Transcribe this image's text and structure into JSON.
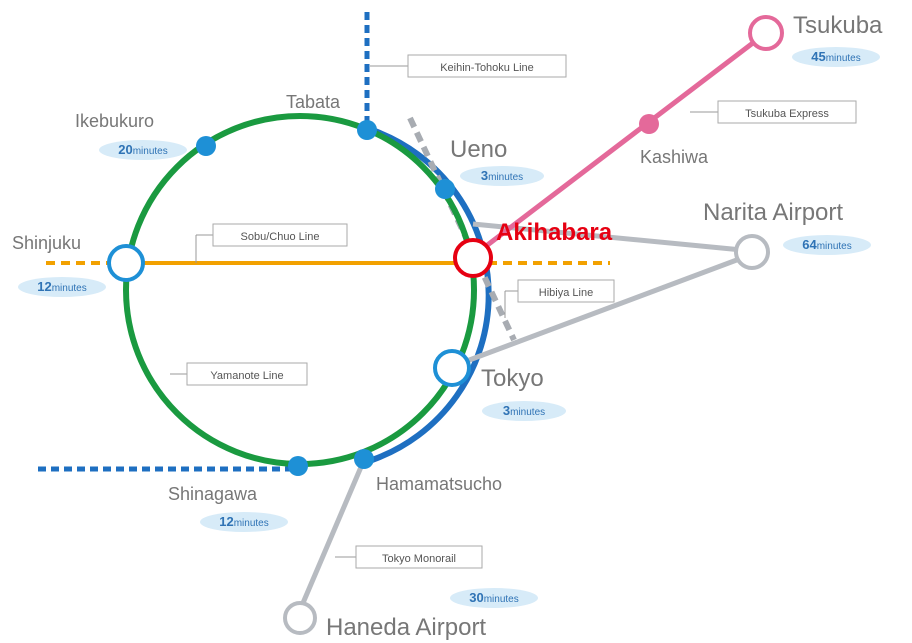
{
  "colors": {
    "yamanote": "#1a9a40",
    "keihin_tohoku": "#1e6fc1",
    "sobu_chuo": "#f2a100",
    "hibiya": "#a8acb2",
    "tsukuba_express": "#e4699a",
    "airport_links": "#b7bbc1",
    "hub": "#e60012",
    "badge": "#d7ebf8",
    "dot": "#1e90d6"
  },
  "hub": {
    "name": "Akihabara"
  },
  "stations": {
    "tsukuba": {
      "name": "Tsukuba",
      "time": "45",
      "unit": "minutes"
    },
    "kashiwa": {
      "name": "Kashiwa"
    },
    "narita": {
      "name": "Narita Airport",
      "time": "64",
      "unit": "minutes"
    },
    "ueno": {
      "name": "Ueno",
      "time": "3",
      "unit": "minutes"
    },
    "tabata": {
      "name": "Tabata"
    },
    "ikebukuro": {
      "name": "Ikebukuro",
      "time": "20",
      "unit": "minutes"
    },
    "shinjuku": {
      "name": "Shinjuku",
      "time": "12",
      "unit": "minutes"
    },
    "tokyo": {
      "name": "Tokyo",
      "time": "3",
      "unit": "minutes"
    },
    "shinagawa": {
      "name": "Shinagawa",
      "time": "12",
      "unit": "minutes"
    },
    "hamamatsucho": {
      "name": "Hamamatsucho"
    },
    "haneda": {
      "name": "Haneda Airport",
      "time": "30",
      "unit": "minutes"
    }
  },
  "lines": {
    "keihin_tohoku": "Keihin-Tohoku Line",
    "tsukuba_express": "Tsukuba Express",
    "sobu_chuo": "Sobu/Chuo Line",
    "hibiya": "Hibiya Line",
    "yamanote": "Yamanote Line",
    "tokyo_monorail": "Tokyo Monorail"
  }
}
